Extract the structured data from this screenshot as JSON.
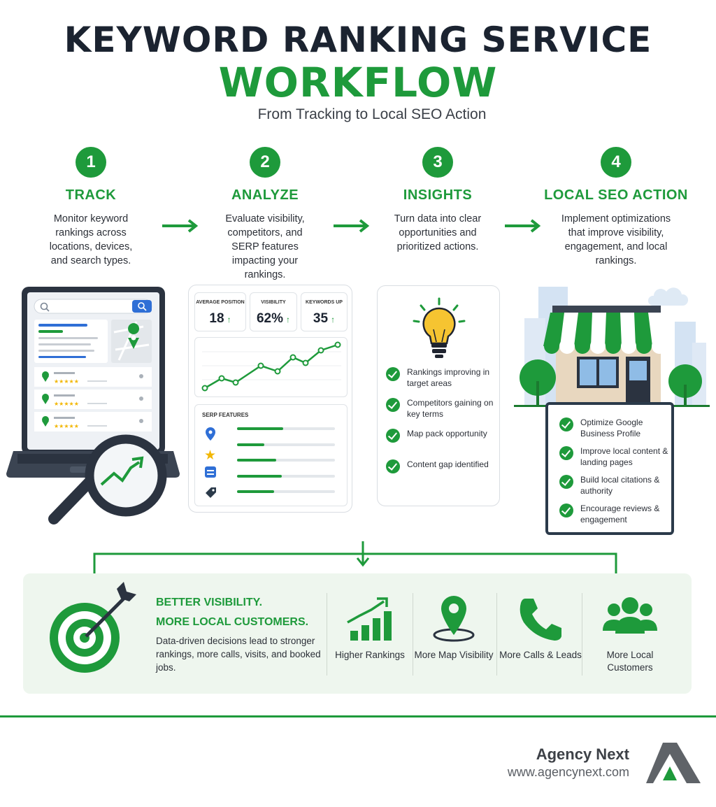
{
  "header": {
    "title_line1": "KEYWORD RANKING SERVICE",
    "title_line2": "WORKFLOW",
    "subtitle": "From Tracking to Local SEO Action"
  },
  "steps": [
    {
      "number": "1",
      "name": "TRACK",
      "description": "Monitor keyword rankings across locations, devices, and search types."
    },
    {
      "number": "2",
      "name": "ANALYZE",
      "description": "Evaluate visibility, competitors, and SERP features impacting your rankings."
    },
    {
      "number": "3",
      "name": "INSIGHTS",
      "description": "Turn data into clear opportunities and prioritized actions."
    },
    {
      "number": "4",
      "name": "LOCAL SEO ACTION",
      "description": "Implement optimizations that improve visibility, engagement, and local rankings."
    }
  ],
  "analyze_panel": {
    "metrics": [
      {
        "label": "AVERAGE POSITION",
        "value": "18"
      },
      {
        "label": "VISIBILITY",
        "value": "62%"
      },
      {
        "label": "KEYWORDS UP",
        "value": "35"
      }
    ],
    "trend_up_symbol": "↑",
    "serp_title": "SERP FEATURES",
    "serp_features": [
      {
        "icon": "map-pin-icon",
        "fill": 0.47
      },
      {
        "icon": "star-icon",
        "fill": 0.28
      },
      {
        "icon": "listing-icon",
        "fill": 0.4
      },
      {
        "icon": "tag-icon",
        "fill": 0.46
      },
      {
        "icon": "other-icon",
        "fill": 0.38
      }
    ]
  },
  "insights_panel": {
    "items": [
      "Rankings improving in target areas",
      "Competitors gaining on key terms",
      "Map pack opportunity",
      "Content gap identified"
    ]
  },
  "local_action_panel": {
    "items": [
      "Optimize Google Business Profile",
      "Improve local content & landing pages",
      "Build local citations & authority",
      "Encourage reviews & engagement"
    ]
  },
  "outcome": {
    "headline_line1": "BETTER VISIBILITY.",
    "headline_line2": "MORE LOCAL CUSTOMERS.",
    "description": "Data-driven decisions lead to stronger rankings, more calls, visits, and booked jobs.",
    "benefits": [
      {
        "icon": "bar-chart-icon",
        "label": "Higher Rankings"
      },
      {
        "icon": "map-pin-icon",
        "label": "More Map Visibility"
      },
      {
        "icon": "phone-icon",
        "label": "More Calls & Leads"
      },
      {
        "icon": "people-icon",
        "label": "More Local Customers"
      }
    ]
  },
  "brand": {
    "name": "Agency Next",
    "url": "www.agencynext.com"
  },
  "colors": {
    "accent_green": "#1e9a3b",
    "dark_navy": "#1b2330",
    "outcome_background": "#eef6ee"
  }
}
